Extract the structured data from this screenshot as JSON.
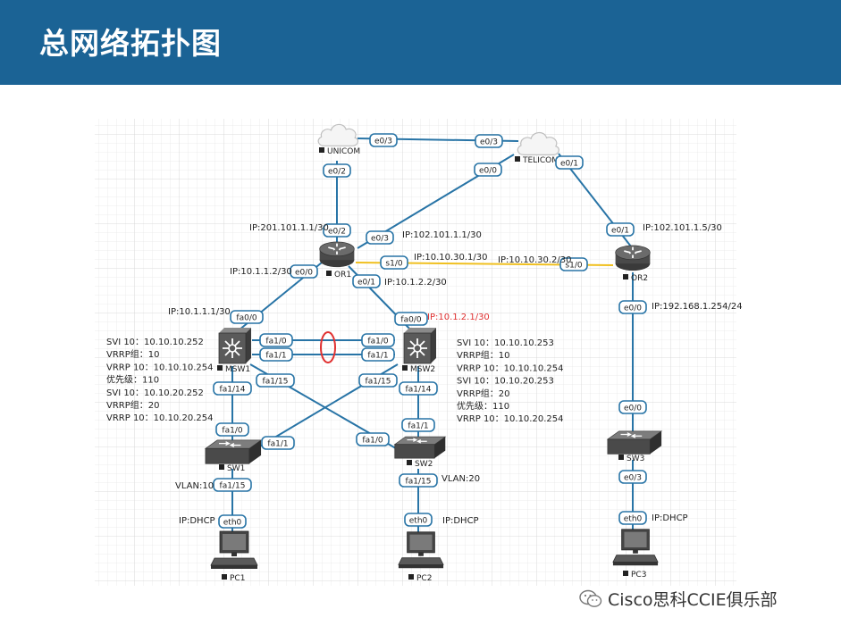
{
  "title": "总网络拓扑图",
  "watermark": "Cisco思科CCIE俱乐部",
  "colors": {
    "header": "#1b6395",
    "link": "#2874a6",
    "serial": "#f0c020",
    "red": "#e03030"
  },
  "devices": {
    "unicom": "UNICOM",
    "telecom": "TELICOM",
    "or1": "OR1",
    "or2": "OR2",
    "msw1": "MSW1",
    "msw2": "MSW2",
    "sw1": "SW1",
    "sw2": "SW2",
    "sw3": "SW3",
    "pc1": "PC1",
    "pc2": "PC2",
    "pc3": "PC3"
  },
  "ports": {
    "unicom_e03": "e0/3",
    "telecom_e03": "e0/3",
    "unicom_e02": "e0/2",
    "telecom_e00": "e0/0",
    "telecom_e01": "e0/1",
    "or1_e02": "e0/2",
    "or1_e03": "e0/3",
    "or1_e00": "e0/0",
    "or1_e01": "e0/1",
    "or1_s10": "s1/0",
    "or2_s10": "s1/0",
    "or2_e01": "e0/1",
    "or2_e00": "e0/0",
    "msw1_fa00": "fa0/0",
    "msw2_fa00": "fa0/0",
    "msw1_fa10": "fa1/0",
    "msw1_fa11": "fa1/1",
    "msw2_fa10": "fa1/0",
    "msw2_fa11": "fa1/1",
    "msw1_fa114": "fa1/14",
    "msw1_fa115": "fa1/15",
    "msw2_fa115": "fa1/15",
    "msw2_fa114": "fa1/14",
    "sw1_fa10": "fa1/0",
    "sw1_fa11": "fa1/1",
    "sw2_fa10": "fa1/0",
    "sw2_fa11": "fa1/1",
    "sw1_fa115": "fa1/15",
    "sw2_fa115": "fa1/15",
    "sw3_e00": "e0/0",
    "sw3_e03": "e0/3",
    "pc1_eth0": "eth0",
    "pc2_eth0": "eth0",
    "pc3_eth0": "eth0"
  },
  "ip_labels": {
    "or1_e02": "IP:201.101.1.1/30",
    "or1_e03": "IP:102.101.1.1/30",
    "or1_s10": "IP:10.10.30.1/30",
    "or2_s10": "IP:10.10.30.2/30",
    "or2_e01": "IP:102.101.1.5/30",
    "or1_e00": "IP:10.1.1.2/30",
    "or1_e01": "IP:10.1.2.2/30",
    "msw1_fa00": "IP:10.1.1.1/30",
    "msw2_fa00": "IP:10.1.2.1/30",
    "or2_e00": "IP:192.168.1.254/24",
    "pc1": "IP:DHCP",
    "pc2": "IP:DHCP",
    "pc3": "IP:DHCP",
    "vlan10": "VLAN:10",
    "vlan20": "VLAN:20"
  },
  "msw1_config": [
    "SVI 10：10.10.10.252",
    "VRRP组：10",
    "VRRP 10：10.10.10.254",
    "优先级：110",
    "SVI 10：10.10.20.252",
    "VRRP组：20",
    "VRRP 10：10.10.20.254"
  ],
  "msw2_config": [
    "SVI 10：10.10.10.253",
    "VRRP组：10",
    "VRRP 10：10.10.10.254",
    "SVI 10：10.10.20.253",
    "VRRP组：20",
    "优先级：110",
    "VRRP 10：10.10.20.254"
  ]
}
